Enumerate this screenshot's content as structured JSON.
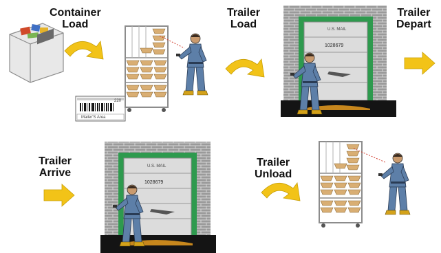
{
  "steps": {
    "container_load": {
      "line1": "Container",
      "line2": "Load"
    },
    "trailer_load": {
      "line1": "Trailer",
      "line2": "Load"
    },
    "trailer_depart": {
      "line1": "Trailer",
      "line2": "Depart"
    },
    "trailer_arrive": {
      "line1": "Trailer",
      "line2": "Arrive"
    },
    "trailer_unload": {
      "line1": "Trailer",
      "line2": "Unload"
    }
  },
  "trailer_door_top": {
    "plate": "U.S. MAIL",
    "number": "1028679"
  },
  "trailer_door_bottom": {
    "plate": "U.S. MAIL",
    "number": "1028679"
  },
  "barcode_label": {
    "code": "220",
    "footer": "Mailer'S Area"
  },
  "colors": {
    "arrow": "#f2c318",
    "door_frame": "#2e9a4e",
    "brick": "#8d8d8d",
    "floor": "#141414",
    "worker": "#5d7fa8"
  }
}
